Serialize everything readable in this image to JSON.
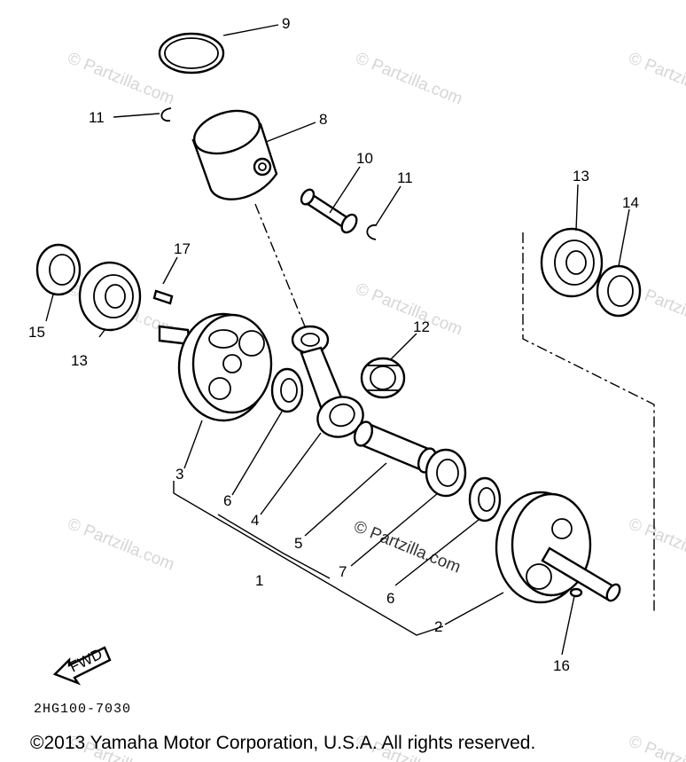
{
  "diagram": {
    "callouts": [
      "9",
      "11",
      "8",
      "10",
      "11",
      "17",
      "13",
      "14",
      "15",
      "13",
      "12",
      "3",
      "6",
      "4",
      "5",
      "1",
      "7",
      "6",
      "2",
      "16"
    ],
    "fwd_label": "FWD",
    "drawing_code": "2HG100-7030",
    "copyright": "©2013  Yamaha Motor Corporation, U.S.A. All rights reserved."
  },
  "watermark": {
    "text": "© Partzilla.com"
  }
}
